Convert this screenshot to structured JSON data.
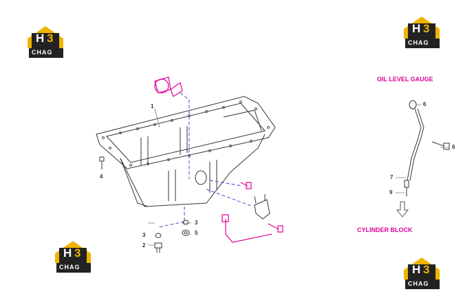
{
  "logo": {
    "h_letter": "H",
    "num": "3",
    "brand": "CHAG"
  },
  "titles": {
    "oil_level_gauge": "OIL LEVEL GAUGE",
    "cylinder_block": "CYLINDER BLOCK"
  },
  "callouts": {
    "c1": "1",
    "c2": "2",
    "c3a": "3",
    "c3b": "3",
    "c4": "4",
    "c5": "5",
    "c6a": "6",
    "c6b": "6",
    "c7": "7",
    "c9": "9"
  },
  "colors": {
    "accent": "#e0009a",
    "dash": "#4a4acc",
    "logo_dark": "#222222",
    "logo_yellow": "#f0b400"
  }
}
